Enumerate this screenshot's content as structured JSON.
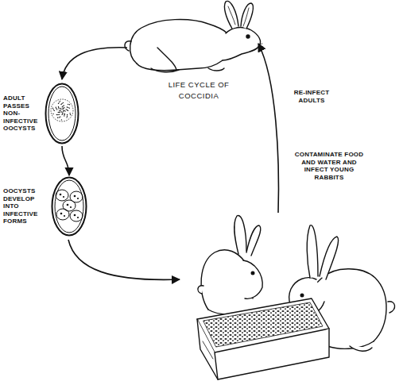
{
  "diagram": {
    "title": "LIFE CYCLE OF COCCIDIA",
    "nodes": [
      {
        "text": [
          "ADULT PASSES NON-INFECTIVE OOCYSTS"
        ]
      },
      {
        "text": [
          "OOCYSTS DEVELOP INTO INFECTIVE FORMS"
        ]
      }
    ],
    "edges": [
      {
        "from": 0,
        "to": 1,
        "arrow": "to"
      }
    ],
    "labels": [
      "RE-INFECT ADULTS",
      "CONTAMINATE FOOD AND WATER AND INFECT YOUNG RABBITS"
    ]
  }
}
